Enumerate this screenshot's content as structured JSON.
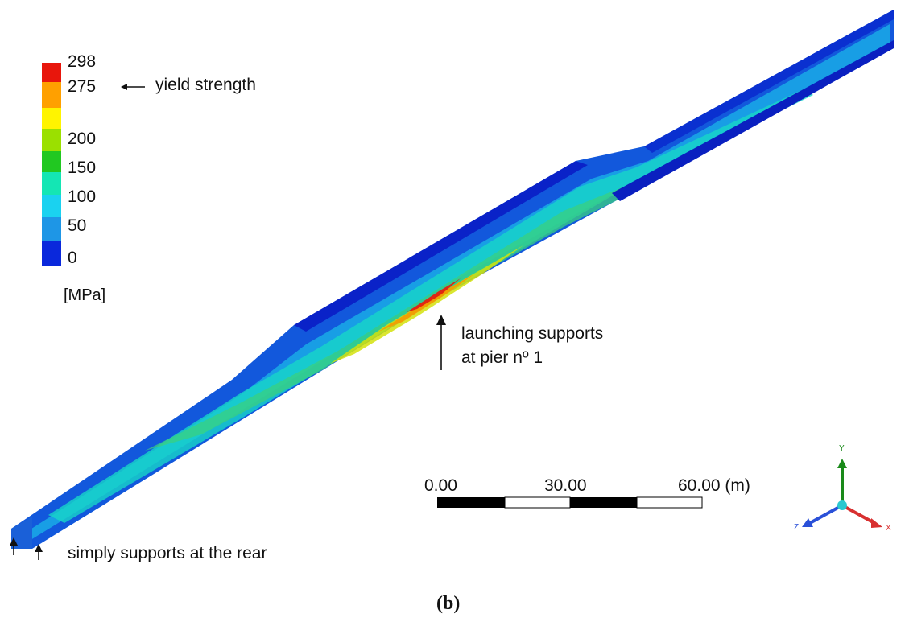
{
  "legend": {
    "ticks": [
      "298",
      "275",
      "200",
      "150",
      "100",
      "50",
      "0"
    ],
    "unit": "[MPa]",
    "yield_label": "yield strength",
    "colors": [
      "#e8160c",
      "#ffa000",
      "#fff400",
      "#9be000",
      "#21c821",
      "#14e6b4",
      "#1ad2f0",
      "#1e96e6",
      "#0a28dc"
    ]
  },
  "annotations": {
    "launch_line1": "launching supports",
    "launch_line2": "at pier nº 1",
    "rear_supports": "simply supports at the rear"
  },
  "scale_bar": {
    "labels": [
      "0.00",
      "30.00",
      "60.00 (m)"
    ]
  },
  "axes_triad": {
    "y": "Y",
    "z": "Z",
    "x": "X",
    "colors": {
      "y": "#1a8a1a",
      "z": "#2a50d8",
      "x": "#d83030"
    }
  },
  "caption": "(b)"
}
